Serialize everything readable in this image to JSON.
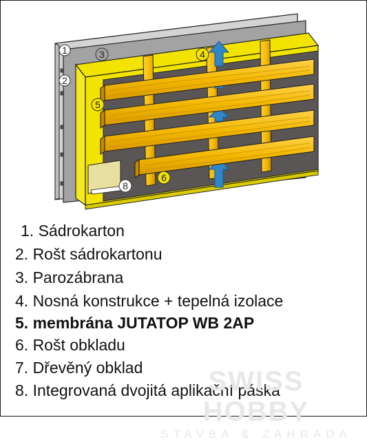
{
  "callouts": [
    "1",
    "2",
    "3",
    "4",
    "5",
    "6",
    "8"
  ],
  "legend": [
    "1. Sádrokarton",
    "2. Rošt sádrokartonu",
    "3. Parozábrana",
    "4. Nosná konstrukce + tepelná izolace",
    "5. membrána JUTATOP WB 2AP",
    "6. Rošt obkladu",
    "7. Dřevěný obklad",
    "8. Integrovaná dvojitá aplikační páska"
  ],
  "watermark": {
    "line1": "SWISS HOBBY",
    "line2": "STAVBA & ZAHRADA"
  },
  "colors": {
    "drywall": "#d4d4d4",
    "vapor_barrier": "#a3a3a3",
    "insulation": "#f2e300",
    "membrane": "#5a5656",
    "wood": "#f2b800",
    "wood_grain": "#c98a00",
    "airflow_arrow": "#2f86c8"
  }
}
